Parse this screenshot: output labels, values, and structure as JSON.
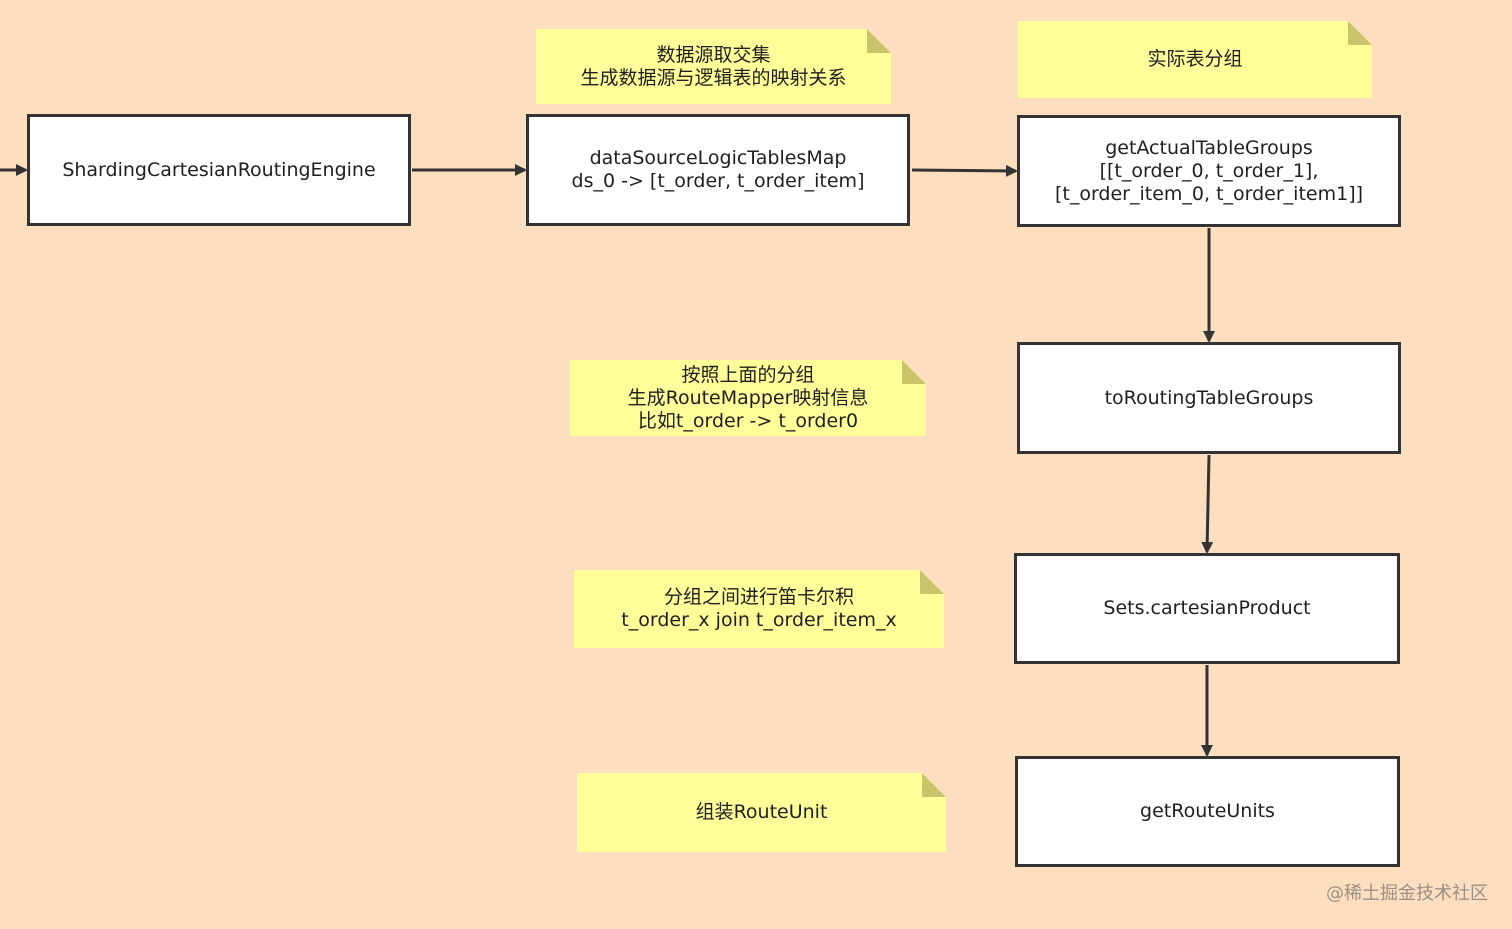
{
  "boxes": {
    "engine": {
      "lines": [
        "ShardingCartesianRoutingEngine"
      ]
    },
    "datasource": {
      "lines": [
        "dataSourceLogicTablesMap",
        "ds_0 -> [t_order, t_order_item]"
      ]
    },
    "actual": {
      "lines": [
        "getActualTableGroups",
        "[[t_order_0, t_order_1],",
        "[t_order_item_0, t_order_item1]]"
      ]
    },
    "routing": {
      "lines": [
        "toRoutingTableGroups"
      ]
    },
    "cartesian": {
      "lines": [
        "Sets.cartesianProduct"
      ]
    },
    "units": {
      "lines": [
        "getRouteUnits"
      ]
    }
  },
  "notes": {
    "datasource": {
      "lines": [
        "数据源取交集",
        "生成数据源与逻辑表的映射关系"
      ]
    },
    "actual": {
      "lines": [
        "实际表分组"
      ]
    },
    "routing": {
      "lines": [
        "按照上面的分组",
        "生成RouteMapper映射信息",
        "比如t_order -> t_order0"
      ]
    },
    "cartesian": {
      "lines": [
        "分组之间进行笛卡尔积",
        "t_order_x join t_order_item_x"
      ]
    },
    "units": {
      "lines": [
        "组装RouteUnit"
      ]
    }
  },
  "watermark": "@稀土掘金技术社区",
  "colors": {
    "background": "#fddfc0",
    "box_fill": "#ffffff",
    "box_border": "#333333",
    "note_fill": "#ffff99",
    "note_fold": "#c9c46a",
    "arrow": "#333333"
  }
}
